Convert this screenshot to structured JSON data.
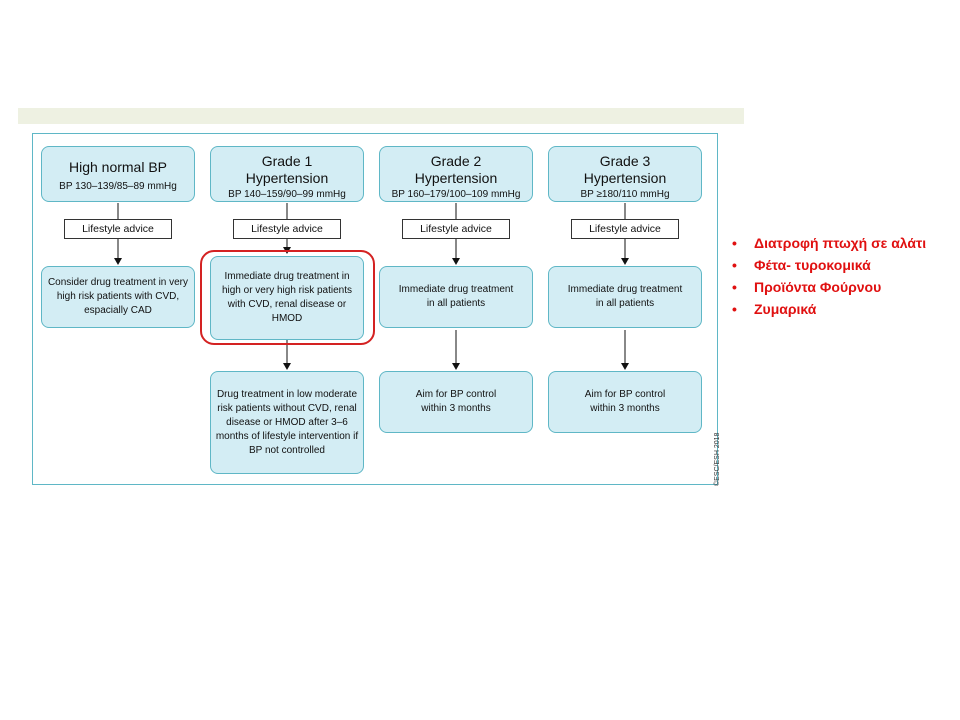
{
  "columns": [
    {
      "title": "High normal BP",
      "title2": "",
      "bp": "BP 130–139/85–89 mmHg",
      "advice": "Lifestyle advice",
      "treatment": "Consider drug treatment in very high risk patients with CVD, espacially CAD"
    },
    {
      "title": "Grade 1",
      "title2": "Hypertension",
      "bp": "BP 140–159/90–99 mmHg",
      "advice": "Lifestyle advice",
      "treatment": "Immediate drug treatment in high or very high risk patients with CVD, renal disease or HMOD",
      "outcome": "Drug treatment in low moderate risk patients without CVD, renal disease or HMOD after 3–6 months of lifestyle intervention if BP not controlled"
    },
    {
      "title": "Grade 2",
      "title2": "Hypertension",
      "bp": "BP 160–179/100–109 mmHg",
      "advice": "Lifestyle advice",
      "treatment": "Immediate drug treatment in all patients",
      "outcome": "Aim for BP control within 3 months"
    },
    {
      "title": "Grade 3",
      "title2": "Hypertension",
      "bp": "BP ≥180/110 mmHg",
      "advice": "Lifestyle advice",
      "treatment": "Immediate drug treatment in all patients",
      "outcome": "Aim for BP control within 3 months"
    }
  ],
  "copyright": "©ESC/ESH 2018",
  "bullets": [
    "Διατροφή πτωχή σε αλάτι",
    "Φέτα- τυροκομικά",
    "Προϊόντα Φούρνου",
    "Ζυμαρικά"
  ],
  "colors": {
    "box_fill": "#d3edf4",
    "box_border": "#5fb7c6",
    "highlight": "#d42222",
    "bullet_text": "#e01010"
  }
}
